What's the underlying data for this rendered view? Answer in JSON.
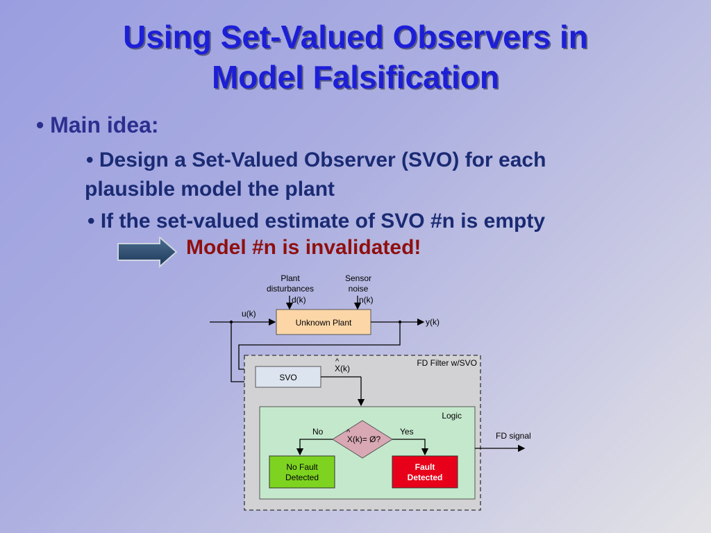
{
  "slide": {
    "title_line1": "Using Set-Valued Observers in",
    "title_line2": "Model Falsification",
    "bullet_main": "• Main idea:",
    "sub_bullet_1_line1": "• Design a Set-Valued Observer (SVO) for each",
    "sub_bullet_1_line2": "plausible model the plant",
    "sub_bullet_2": "• If the set-valued estimate of SVO #n is empty",
    "conclusion": "Model #n is invalidated!"
  },
  "diagram": {
    "plant_disturbances_l1": "Plant",
    "plant_disturbances_l2": "disturbances",
    "d_label": "d(k)",
    "sensor_noise_l1": "Sensor",
    "sensor_noise_l2": "noise",
    "n_label": "n(k)",
    "u_label": "u(k)",
    "y_label": "y(k)",
    "plant_box": "Unknown Plant",
    "svo_box": "SVO",
    "xhat_label": "X(k)",
    "fd_filter_label": "FD Filter w/SVO",
    "logic_label": "Logic",
    "decision_label": "X(k)= Ø?",
    "no_label": "No",
    "yes_label": "Yes",
    "no_fault_l1": "No Fault",
    "no_fault_l2": "Detected",
    "fault_l1": "Fault",
    "fault_l2": "Detected",
    "fd_signal": "FD signal"
  },
  "colors": {
    "title": "#1c1fd6",
    "plant_fill": "#fdd6a8",
    "svo_fill": "#dce4ef",
    "logic_fill": "#c4e8cc",
    "decision_fill": "#d8a9b4",
    "no_fault_fill": "#7ed321",
    "fault_fill": "#e8001a",
    "arrow_fill": "#2a4a6a"
  }
}
